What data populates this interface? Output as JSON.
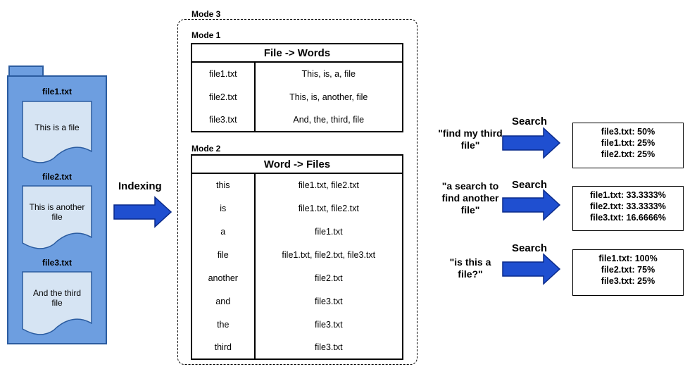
{
  "files": [
    {
      "name": "file1.txt",
      "content": "This is a file"
    },
    {
      "name": "file2.txt",
      "content": "This is another file"
    },
    {
      "name": "file3.txt",
      "content": "And the third file"
    }
  ],
  "indexing_label": "Indexing",
  "mode3_label": "Mode 3",
  "mode1": {
    "label": "Mode 1",
    "header": "File -> Words",
    "rows": [
      {
        "key": "file1.txt",
        "value": "This, is, a, file"
      },
      {
        "key": "file2.txt",
        "value": "This, is, another, file"
      },
      {
        "key": "file3.txt",
        "value": "And, the, third, file"
      }
    ]
  },
  "mode2": {
    "label": "Mode 2",
    "header": "Word -> Files",
    "rows": [
      {
        "key": "this",
        "value": "file1.txt, file2.txt"
      },
      {
        "key": "is",
        "value": "file1.txt, file2.txt"
      },
      {
        "key": "a",
        "value": "file1.txt"
      },
      {
        "key": "file",
        "value": "file1.txt, file2.txt, file3.txt"
      },
      {
        "key": "another",
        "value": "file2.txt"
      },
      {
        "key": "and",
        "value": "file3.txt"
      },
      {
        "key": "the",
        "value": "file3.txt"
      },
      {
        "key": "third",
        "value": "file3.txt"
      }
    ]
  },
  "searches": [
    {
      "query": "\"find my third file\"",
      "label": "Search",
      "results": [
        "file3.txt: 50%",
        "file1.txt: 25%",
        "file2.txt: 25%"
      ]
    },
    {
      "query": "\"a search to find another file\"",
      "label": "Search",
      "results": [
        "file1.txt: 33.3333%",
        "file2.txt: 33.3333%",
        "file3.txt: 16.6666%"
      ]
    },
    {
      "query": "\"is this a file?\"",
      "label": "Search",
      "results": [
        "file1.txt: 100%",
        "file2.txt: 75%",
        "file3.txt: 25%"
      ]
    }
  ],
  "colors": {
    "folder": "#6d9ee0",
    "folder_border": "#2b5ca0",
    "doc": "#d6e4f3",
    "arrow": "#1f4fd0",
    "arrow_border": "#0a2a8a"
  }
}
